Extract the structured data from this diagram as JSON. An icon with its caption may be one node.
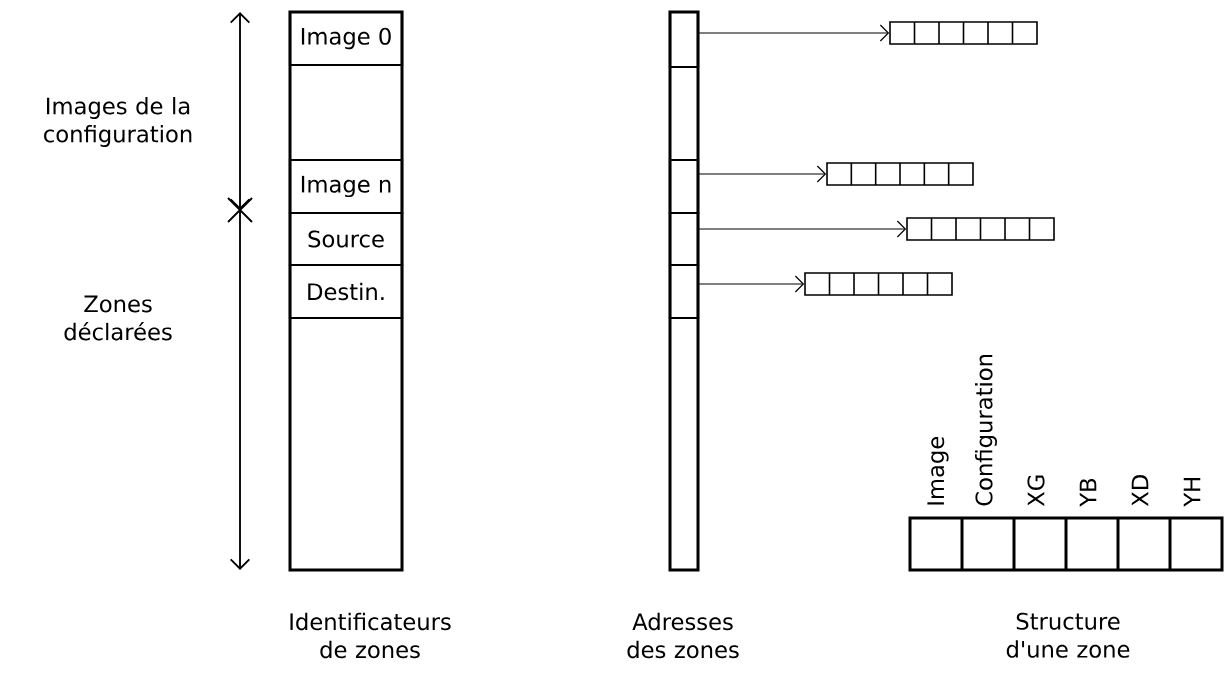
{
  "diagram": {
    "nodes": [
      {
        "text": [],
        "shape": "box",
        "beside": [
          "Identificateurs de zones"
        ]
      },
      {
        "text": [
          "Image 0"
        ],
        "in": 0
      },
      {
        "text": [
          "Image n"
        ],
        "in": 0
      },
      {
        "text": [
          "Source"
        ],
        "in": 0
      },
      {
        "text": [
          "Destin."
        ],
        "in": 0
      },
      {
        "text": [],
        "shape": "box",
        "beside": [
          "Adresses des zones"
        ]
      },
      {
        "text": [],
        "shape": "box",
        "in": 5
      },
      {
        "text": [],
        "shape": "box",
        "in": 5
      },
      {
        "text": [],
        "shape": "box",
        "in": 5
      },
      {
        "text": [],
        "shape": "box",
        "in": 5
      },
      {
        "text": [],
        "shape": "bar"
      },
      {
        "text": [],
        "shape": "bar"
      },
      {
        "text": [],
        "shape": "bar"
      },
      {
        "text": [],
        "shape": "bar"
      },
      {
        "text": [],
        "shape": "bar",
        "beside": [
          "Image",
          "Configuration",
          "XG",
          "YB",
          "XD",
          "YH",
          "Structure d'une zone"
        ]
      }
    ],
    "edges": [
      {
        "from": 6,
        "to": 10,
        "arrow": "to"
      },
      {
        "from": 7,
        "to": 11,
        "arrow": "to"
      },
      {
        "from": 8,
        "to": 12,
        "arrow": "to"
      },
      {
        "from": 9,
        "to": 13,
        "arrow": "to"
      }
    ],
    "labels": [
      "Images de la configuration",
      "Zones déclarées"
    ]
  }
}
